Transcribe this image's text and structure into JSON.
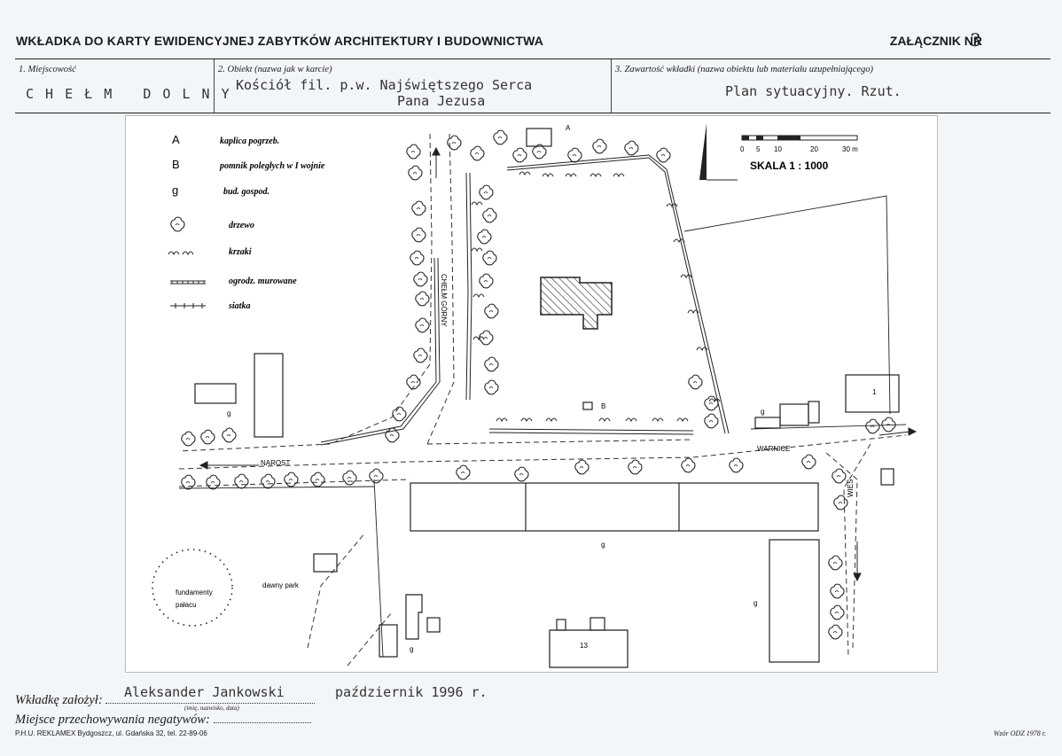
{
  "header": {
    "title": "WKŁADKA DO KARTY EWIDENCYJNEJ ZABYTKÓW ARCHITEKTURY I BUDOWNICTWA",
    "annex_label": "ZAŁĄCZNIK NR",
    "annex_number": "3"
  },
  "fields": [
    {
      "label": "1. Miejscowość",
      "value": "C H E Ł M   D O L N Y"
    },
    {
      "label": "2. Obiekt (nazwa jak w karcie)",
      "value_line1": "Kościół fil. p.w. Najświętszego Serca",
      "value_line2": "Pana Jezusa"
    },
    {
      "label": "3. Zawartość wkładki (nazwa obiektu lub materiału uzupełniającego)",
      "value": "Plan sytuacyjny. Rzut."
    }
  ],
  "legend": [
    {
      "key": "A",
      "text": "kaplica pogrzeb."
    },
    {
      "key": "B",
      "text": "pomnik poległych w I wojnie"
    },
    {
      "key": "g",
      "text": "bud. gospod."
    },
    {
      "key": "tree-symbol",
      "text": "drzewo"
    },
    {
      "key": "bush-symbol",
      "text": "krzaki"
    },
    {
      "key": "wall-symbol",
      "text": "ogrodz. murowane"
    },
    {
      "key": "fence-symbol",
      "text": "siatka"
    }
  ],
  "scale": {
    "ticks": [
      "0",
      "5",
      "10",
      "20",
      "30 m"
    ],
    "title": "SKALA 1 : 1000"
  },
  "map_labels": {
    "a": "A",
    "b": "B",
    "g": "g",
    "one": "1",
    "thirteen": "13",
    "narost": "NAROST",
    "warnice": "WARNICE",
    "chelm_gorny": "CHEŁM GÓRNY",
    "wies": "WIEŚ",
    "fundamenty_line1": "fundamenty",
    "fundamenty_line2": "pałacu",
    "dawny_park": "dawny park"
  },
  "footer": {
    "founder_label": "Wkładkę założył:",
    "founder_name": "Aleksander Jankowski",
    "date": "październik 1996 r.",
    "founder_hint": "(imię, nazwisko, data)",
    "negatives_label": "Miejsce przechowywania negatywów:",
    "printer": "P.H.U. REKLAMEX Bydgoszcz, ul. Gdańska 32, tel. 22-89-06",
    "pattern": "Wzór ODZ 1978 r."
  },
  "colors": {
    "paper": "#f3f6f9",
    "ink": "#1a1a1a"
  }
}
